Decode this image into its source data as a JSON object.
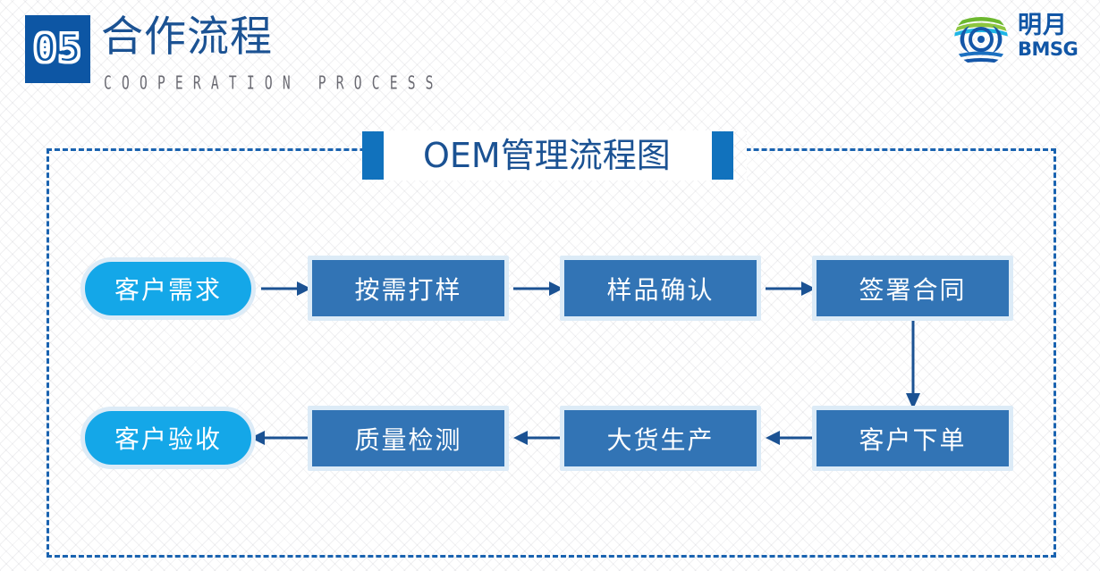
{
  "header": {
    "badge_number": "05",
    "title_cn": "合作流程",
    "subtitle_en": "COOPERATION PROCESS"
  },
  "logo": {
    "icon_name": "mingyue-globe-logo",
    "text_cn": "明月",
    "text_en": "BMSG"
  },
  "chart": {
    "title": "OEM管理流程图"
  },
  "chart_data": {
    "type": "diagram",
    "title": "OEM管理流程图",
    "nodes": [
      {
        "id": "n1",
        "label": "客户需求",
        "shape": "pill",
        "color": "#14A7E8",
        "row": 1,
        "col": 1
      },
      {
        "id": "n2",
        "label": "按需打样",
        "shape": "rect",
        "color": "#3274B5",
        "row": 1,
        "col": 2
      },
      {
        "id": "n3",
        "label": "样品确认",
        "shape": "rect",
        "color": "#3274B5",
        "row": 1,
        "col": 3
      },
      {
        "id": "n4",
        "label": "签署合同",
        "shape": "rect",
        "color": "#3274B5",
        "row": 1,
        "col": 4
      },
      {
        "id": "n5",
        "label": "客户下单",
        "shape": "rect",
        "color": "#3274B5",
        "row": 2,
        "col": 4
      },
      {
        "id": "n6",
        "label": "大货生产",
        "shape": "rect",
        "color": "#3274B5",
        "row": 2,
        "col": 3
      },
      {
        "id": "n7",
        "label": "质量检测",
        "shape": "rect",
        "color": "#3274B5",
        "row": 2,
        "col": 2
      },
      {
        "id": "n8",
        "label": "客户验收",
        "shape": "pill",
        "color": "#14A7E8",
        "row": 2,
        "col": 1
      }
    ],
    "edges": [
      {
        "from": "n1",
        "to": "n2",
        "direction": "right"
      },
      {
        "from": "n2",
        "to": "n3",
        "direction": "right"
      },
      {
        "from": "n3",
        "to": "n4",
        "direction": "right"
      },
      {
        "from": "n4",
        "to": "n5",
        "direction": "down"
      },
      {
        "from": "n5",
        "to": "n6",
        "direction": "left"
      },
      {
        "from": "n6",
        "to": "n7",
        "direction": "left"
      },
      {
        "from": "n7",
        "to": "n8",
        "direction": "left"
      }
    ],
    "arrow_color": "#1B5293",
    "frame_style": "dashed",
    "frame_color": "#1A63B0"
  },
  "colors": {
    "brand_dark_blue": "#0D56A4",
    "title_blue": "#1B5293",
    "accent_cyan": "#14A7E8",
    "node_blue": "#3274B5",
    "node_outline": "#DCEBF7",
    "subtitle_gray": "#6a6a72"
  }
}
